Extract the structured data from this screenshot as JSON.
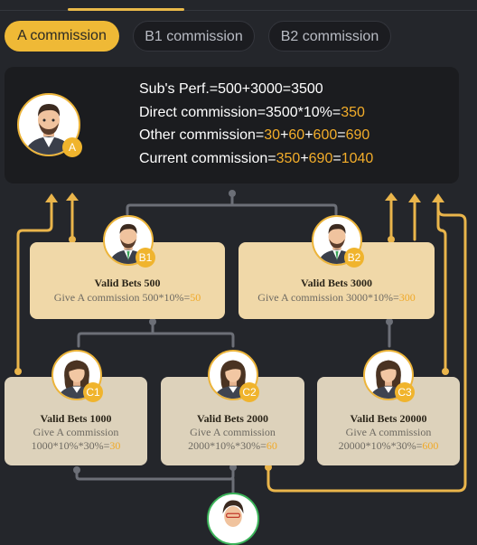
{
  "tabs": [
    {
      "label": "A commission",
      "active": true
    },
    {
      "label": "B1 commission",
      "active": false
    },
    {
      "label": "B2 commission",
      "active": false
    }
  ],
  "summary": {
    "line1": "Sub's Perf.=500+3000=3500",
    "line2_prefix": "Direct commission=3500*10%=",
    "line2_value": "350",
    "line3_prefix": "Other commission=",
    "line3_a": "30",
    "line3_b": "60",
    "line3_c": "600",
    "line3_result": "690",
    "line4_prefix": "Current commission=",
    "line4_a": "350",
    "line4_b": "690",
    "line4_result": "1040"
  },
  "badges": {
    "a": "A",
    "b1": "B1",
    "b2": "B2",
    "c1": "C1",
    "c2": "C2",
    "c3": "C3"
  },
  "b1": {
    "title": "Valid Bets 500",
    "line_prefix": "Give A commission 500*10%=",
    "value": "50"
  },
  "b2": {
    "title": "Valid Bets 3000",
    "line_prefix": "Give A commission 3000*10%=",
    "value": "300"
  },
  "c1": {
    "title": "Valid Bets 1000",
    "line1": "Give A commission",
    "line2_prefix": "1000*10%*30%=",
    "value": "30"
  },
  "c2": {
    "title": "Valid Bets 2000",
    "line1": "Give A commission",
    "line2_prefix": "2000*10%*30%=",
    "value": "60"
  },
  "c3": {
    "title": "Valid Bets 20000",
    "line1": "Give A commission",
    "line2_prefix": "20000*10%*30%=",
    "value": "600"
  },
  "colors": {
    "accent": "#efb936",
    "highlight": "#f3ad2a",
    "connector": "#6c6f77",
    "bg": "#24262b"
  }
}
